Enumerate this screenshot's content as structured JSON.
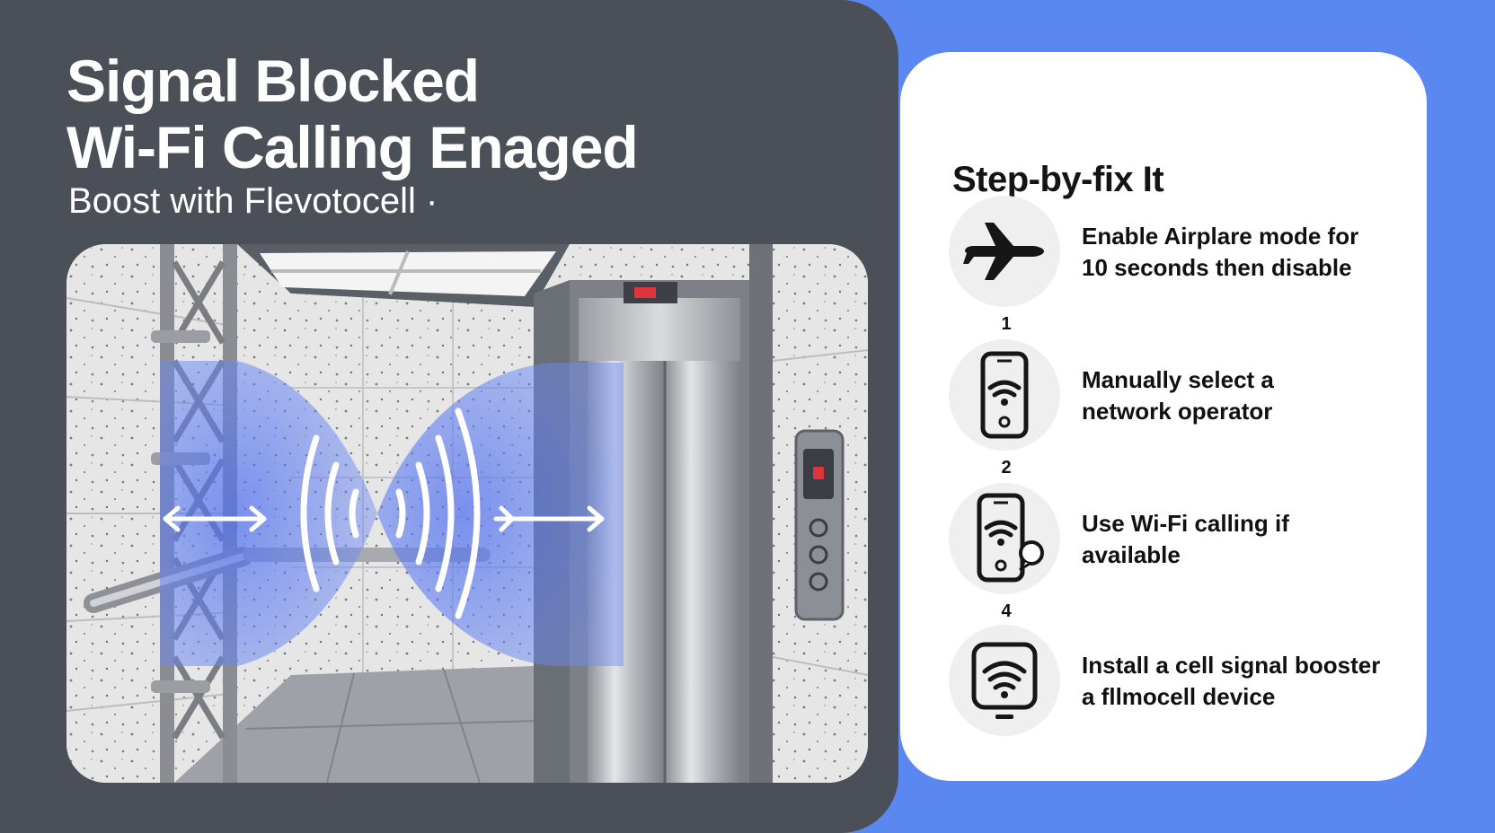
{
  "headline": {
    "line1": "Signal Blocked",
    "line2": "Wi-Fi Calling Enaged",
    "subtitle": "Boost with Flevotocell ·"
  },
  "steps_card": {
    "title": "Step-by-fix It",
    "steps": [
      {
        "icon": "airplane-icon",
        "line1": "Enable Airplare mode for",
        "line2": "10 seconds then disable"
      },
      {
        "icon": "phone-wifi-icon",
        "line1": "Manually select a",
        "line2": "network operator"
      },
      {
        "icon": "phone-wifi-call-icon",
        "line1": "Use Wi-Fi calling if",
        "line2": "available"
      },
      {
        "icon": "wifi-booster-icon",
        "line1": "Install a cell signal booster",
        "line2": "a fllmocell device"
      }
    ],
    "numbers": [
      "1",
      "2",
      "4"
    ]
  },
  "colors": {
    "background_blue": "#5a87f0",
    "left_panel": "#4b5058",
    "signal_blue": "#5b7cf2",
    "indicator_red": "#e0343c"
  }
}
